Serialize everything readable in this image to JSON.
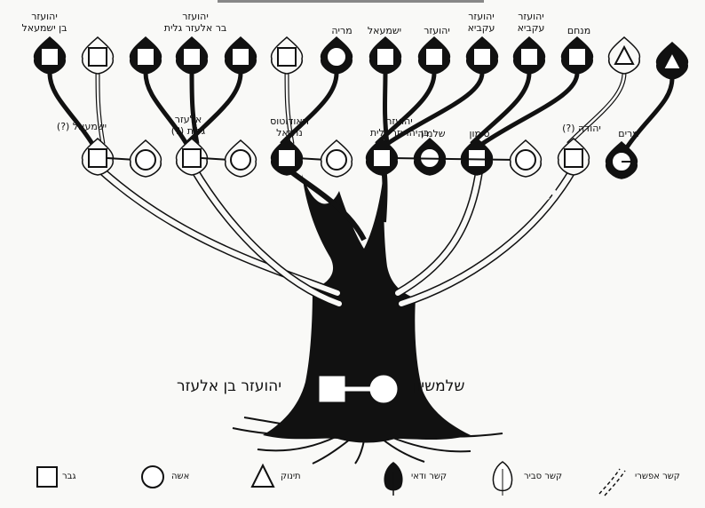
{
  "couple": {
    "husband": "יהועזר בן אלעזר",
    "wife": "שלמשיון"
  },
  "children": [
    {
      "key": "c1",
      "label": [
        "ישמעאל (?)"
      ],
      "sex": "male",
      "certainty": "probable"
    },
    {
      "key": "c2",
      "label": [
        "אלעזר",
        "גלית (?)"
      ],
      "sex": "male",
      "certainty": "probable"
    },
    {
      "key": "c3",
      "label": [
        "תאודוטוס",
        "נתנאל"
      ],
      "sex": "male",
      "certainty": "certain"
    },
    {
      "key": "c4",
      "label": [
        "יהועזר",
        "בן יהועזר גלית"
      ],
      "sex": "male",
      "certainty": "certain"
    },
    {
      "key": "c5",
      "label": [
        "שלמיה"
      ],
      "sex": "female",
      "certainty": "certain"
    },
    {
      "key": "c6",
      "label": [
        "סימון"
      ],
      "sex": "male",
      "certainty": "certain"
    },
    {
      "key": "c7",
      "label": [
        "יהודה (?)"
      ],
      "sex": "male",
      "certainty": "probable"
    },
    {
      "key": "c8",
      "label": [
        "מרים"
      ],
      "sex": "female",
      "certainty": "certain"
    }
  ],
  "grandchildren": [
    {
      "key": "g1",
      "label": [
        "יהועזר",
        "בן ישמעאל"
      ],
      "sex": "male",
      "certainty": "certain"
    },
    {
      "key": "g2",
      "label": [],
      "sex": "male",
      "certainty": "probable"
    },
    {
      "key": "g3",
      "label": [],
      "sex": "male",
      "certainty": "certain"
    },
    {
      "key": "g4",
      "label": [
        "יהועזר",
        "בר אלעזר גלית"
      ],
      "sex": "male",
      "certainty": "certain"
    },
    {
      "key": "g5",
      "label": [],
      "sex": "male",
      "certainty": "certain"
    },
    {
      "key": "g6",
      "label": [],
      "sex": "male",
      "certainty": "probable"
    },
    {
      "key": "g7",
      "label": [
        "מריה"
      ],
      "sex": "female",
      "certainty": "certain"
    },
    {
      "key": "g8",
      "label": [
        "ישמעאל"
      ],
      "sex": "male",
      "certainty": "certain"
    },
    {
      "key": "g9",
      "label": [
        "יהועזר"
      ],
      "sex": "male",
      "certainty": "certain"
    },
    {
      "key": "g10",
      "label": [
        "יהועזר",
        "עקביא"
      ],
      "sex": "male",
      "certainty": "certain"
    },
    {
      "key": "g11",
      "label": [
        "יהועזר",
        "עקביא"
      ],
      "sex": "male",
      "certainty": "certain"
    },
    {
      "key": "g12",
      "label": [
        "מנחם"
      ],
      "sex": "male",
      "certainty": "certain"
    },
    {
      "key": "g13",
      "label": [],
      "sex": "infant",
      "certainty": "probable"
    },
    {
      "key": "g14",
      "label": [],
      "sex": "infant",
      "certainty": "certain"
    }
  ],
  "legend": [
    {
      "key": "male",
      "label": "גבר"
    },
    {
      "key": "female",
      "label": "אשה"
    },
    {
      "key": "infant",
      "label": "תינוק"
    },
    {
      "key": "certain",
      "label": "קשר ודאי"
    },
    {
      "key": "probable",
      "label": "קשר סביר"
    },
    {
      "key": "possible",
      "label": "קשר אפשרי"
    }
  ]
}
